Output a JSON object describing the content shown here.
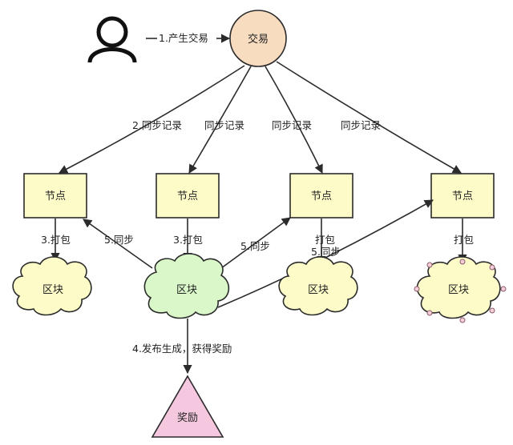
{
  "nodes": {
    "transaction": "交易",
    "node_label": "节点",
    "block_label": "区块",
    "reward": "奖励"
  },
  "edges": {
    "produce": "1.产生交易",
    "sync_record_1": "2.同步记录",
    "sync_record": "同步记录",
    "pack_numbered": "3.打包",
    "pack": "打包",
    "sync": "5.同步",
    "publish": "4.发布生成，获得奖励"
  },
  "colors": {
    "transaction_fill": "#f7dcc0",
    "node_fill": "#fdfcc8",
    "block_fill": "#fdfcc8",
    "winner_block_fill": "#d9f7c8",
    "reward_fill": "#f5c8e0",
    "stroke": "#2b2b2b",
    "handle_fill": "#f6cfd8"
  }
}
